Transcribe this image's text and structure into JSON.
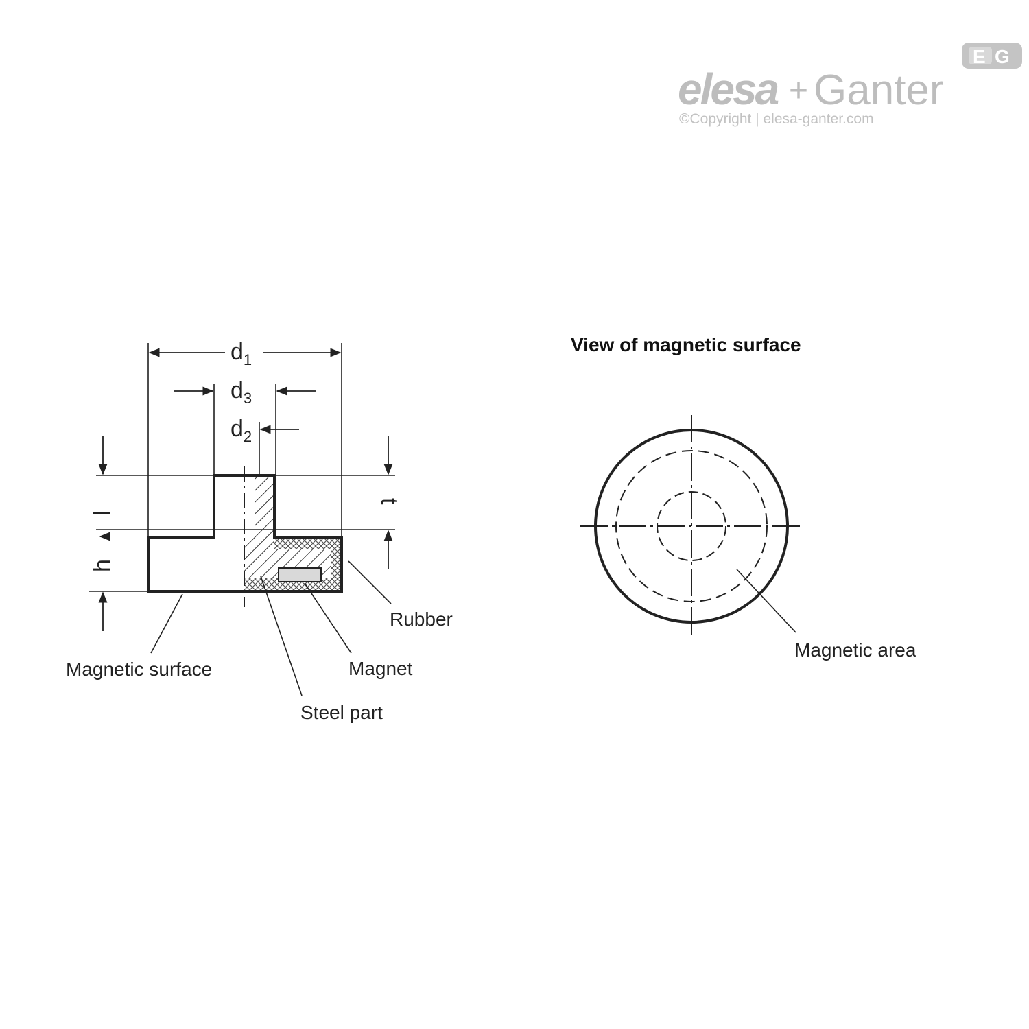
{
  "logo": {
    "brand_left": "elesa",
    "plus": "+",
    "brand_right": "Ganter",
    "copyright": "©Copyright | elesa-ganter.com",
    "badge_left": "E",
    "badge_right": "G"
  },
  "section_view": {
    "dimensions": {
      "d1": {
        "letter": "d",
        "sub": "1"
      },
      "d3": {
        "letter": "d",
        "sub": "3"
      },
      "d2": {
        "letter": "d",
        "sub": "2"
      },
      "l": "l",
      "h": "h",
      "t": "t"
    },
    "callouts": {
      "magnetic_surface": "Magnetic surface",
      "steel_part": "Steel part",
      "magnet": "Magnet",
      "rubber": "Rubber"
    }
  },
  "surface_view": {
    "title": "View of magnetic surface",
    "callout": "Magnetic area"
  }
}
